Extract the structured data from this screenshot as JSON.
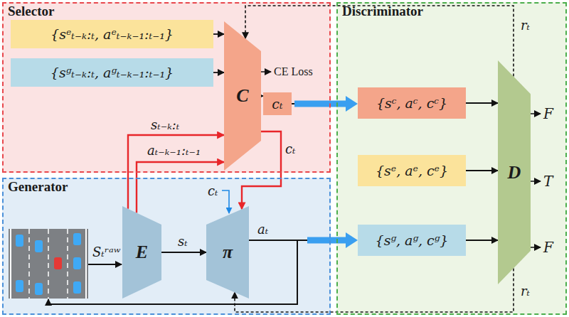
{
  "diagram": {
    "nodes": [
      {
        "text": [
          "Selector"
        ]
      },
      {
        "text": [
          "{sᵉₜ₋ₖ:ₜ, aᵉₜ₋ₖ₋₁:ₜ₋₁}"
        ],
        "in": 0
      },
      {
        "text": [
          "{sᵍₜ₋ₖ:ₜ, aᵍₜ₋ₖ₋₁:ₜ₋₁}"
        ],
        "in": 0
      },
      {
        "text": [
          "C"
        ],
        "in": 0
      },
      {
        "text": [
          "cₜ"
        ],
        "in": 0
      },
      {
        "text": [
          "Discriminator"
        ]
      },
      {
        "text": [
          "{sᶜ, aᶜ, cᶜ}"
        ],
        "in": 5
      },
      {
        "text": [
          "{sᵉ, aᵉ, cᵉ}"
        ],
        "in": 5
      },
      {
        "text": [
          "{sᵍ, aᵍ, cᵍ}"
        ],
        "in": 5
      },
      {
        "text": [
          "D"
        ],
        "in": 5
      },
      {
        "text": [
          "Generator"
        ]
      },
      {
        "text": [
          "E"
        ],
        "in": 10
      },
      {
        "text": [
          "π"
        ],
        "in": 10
      }
    ],
    "edges": [
      {
        "from": 1,
        "to": 3,
        "arrow": "to"
      },
      {
        "from": 2,
        "to": 3,
        "arrow": "to"
      },
      {
        "from": 3,
        "to": 4,
        "arrow": "to"
      },
      {
        "from": 4,
        "to": 6,
        "arrow": "to"
      },
      {
        "from": 11,
        "to": 3,
        "label": "sₜ₋ₖ:ₜ",
        "arrow": "to"
      },
      {
        "from": 11,
        "to": 3,
        "label": "aₜ₋ₖ₋₁:ₜ₋₁",
        "arrow": "to"
      },
      {
        "from": 3,
        "to": 12,
        "label": "cₜ",
        "arrow": "to"
      },
      {
        "from": 11,
        "to": 12,
        "label": "sₜ",
        "arrow": "to"
      },
      {
        "from": 12,
        "to": 8,
        "arrow": "to"
      },
      {
        "from": 6,
        "to": 9,
        "arrow": "to"
      },
      {
        "from": 7,
        "to": 9,
        "arrow": "to"
      },
      {
        "from": 8,
        "to": 9,
        "arrow": "to"
      },
      {
        "from": 9,
        "to": 3,
        "label": "rₜ",
        "arrow": "to"
      },
      {
        "from": 9,
        "to": 12,
        "label": "rₜ",
        "arrow": "to"
      }
    ],
    "labels": [
      "CE Loss",
      "Sₜʳᵃʷ",
      "cₜ",
      "aₜ",
      "F",
      "T",
      "F"
    ]
  }
}
